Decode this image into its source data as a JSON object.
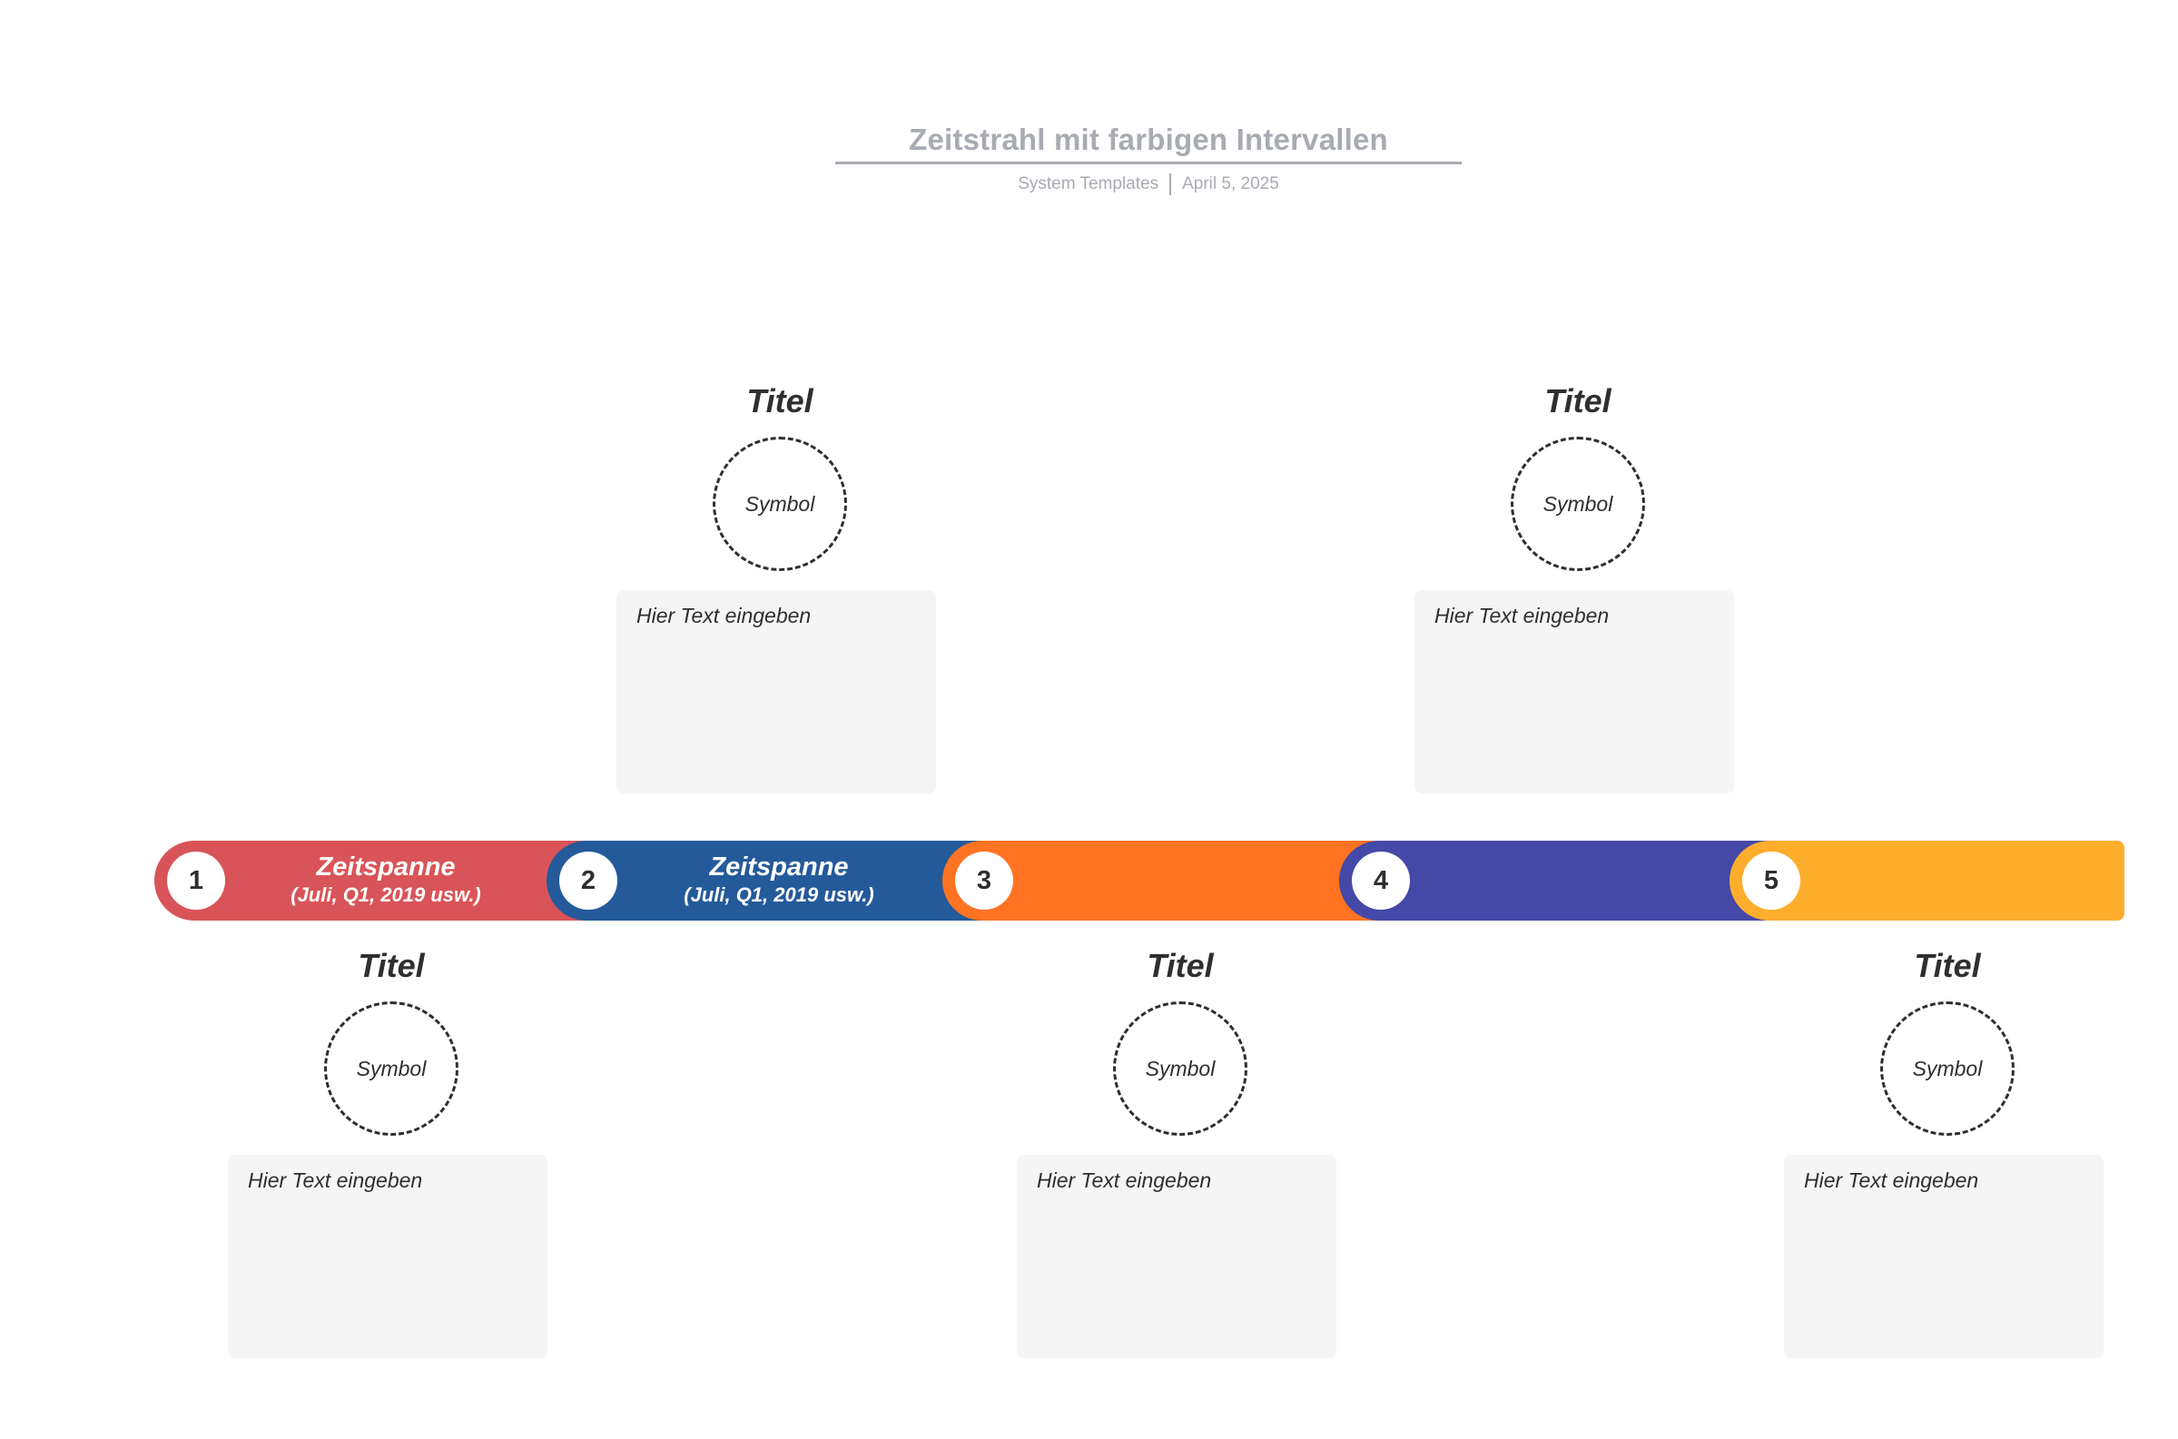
{
  "header": {
    "title": "Zeitstrahl mit farbigen Intervallen",
    "source": "System Templates",
    "date": "April 5, 2025"
  },
  "colors": {
    "interval_1": "#d95458",
    "interval_2": "#245a9a",
    "interval_3": "#ff7322",
    "interval_4": "#4449a8",
    "interval_5": "#ffad2d"
  },
  "timeline": {
    "intervals": [
      {
        "number": "1",
        "label": "Zeitspanne",
        "sublabel": "(Juli, Q1, 2019 usw.)"
      },
      {
        "number": "2",
        "label": "Zeitspanne",
        "sublabel": "(Juli, Q1, 2019 usw.)"
      },
      {
        "number": "3",
        "label": "",
        "sublabel": ""
      },
      {
        "number": "4",
        "label": "",
        "sublabel": ""
      },
      {
        "number": "5",
        "label": "",
        "sublabel": ""
      }
    ]
  },
  "milestones": [
    {
      "title": "Titel",
      "symbol": "Symbol",
      "text": "Hier Text eingeben"
    },
    {
      "title": "Titel",
      "symbol": "Symbol",
      "text": "Hier Text eingeben"
    },
    {
      "title": "Titel",
      "symbol": "Symbol",
      "text": "Hier Text eingeben"
    },
    {
      "title": "Titel",
      "symbol": "Symbol",
      "text": "Hier Text eingeben"
    },
    {
      "title": "Titel",
      "symbol": "Symbol",
      "text": "Hier Text eingeben"
    }
  ]
}
